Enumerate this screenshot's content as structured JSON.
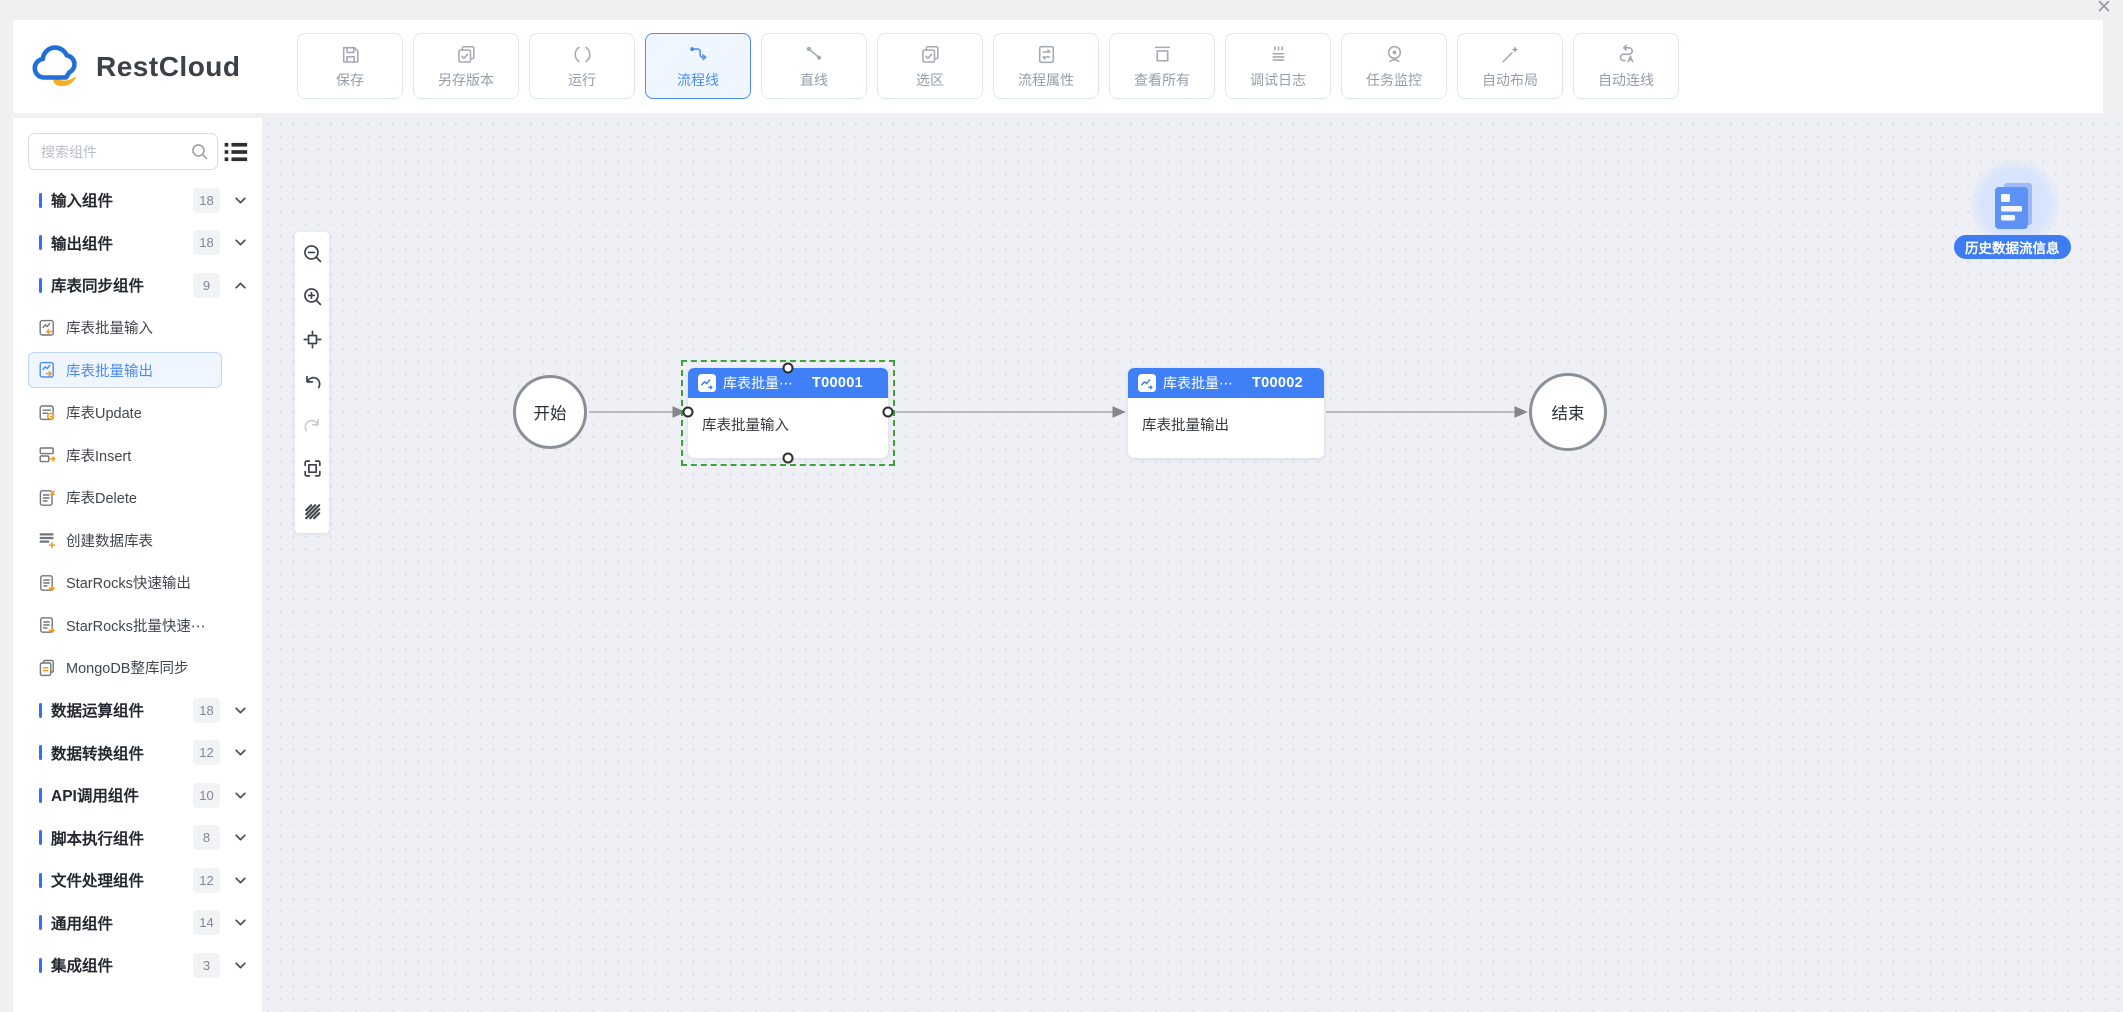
{
  "window": {
    "close_label": "✕"
  },
  "brand": {
    "name": "RestCloud"
  },
  "toolbar": {
    "buttons": [
      {
        "name": "save",
        "label": "保存",
        "icon": "save-icon",
        "active": false
      },
      {
        "name": "save-version",
        "label": "另存版本",
        "icon": "save-version-icon",
        "active": false
      },
      {
        "name": "run",
        "label": "运行",
        "icon": "run-icon",
        "active": false
      },
      {
        "name": "flow-line",
        "label": "流程线",
        "icon": "flow-line-icon",
        "active": true
      },
      {
        "name": "straight-line",
        "label": "直线",
        "icon": "straight-line-icon",
        "active": false
      },
      {
        "name": "region-select",
        "label": "选区",
        "icon": "region-select-icon",
        "active": false
      },
      {
        "name": "flow-props",
        "label": "流程属性",
        "icon": "flow-props-icon",
        "active": false
      },
      {
        "name": "view-all",
        "label": "查看所有",
        "icon": "view-all-icon",
        "active": false
      },
      {
        "name": "debug-log",
        "label": "调试日志",
        "icon": "debug-log-icon",
        "active": false
      },
      {
        "name": "task-monitor",
        "label": "任务监控",
        "icon": "task-monitor-icon",
        "active": false
      },
      {
        "name": "auto-layout",
        "label": "自动布局",
        "icon": "auto-layout-icon",
        "active": false
      },
      {
        "name": "auto-connect",
        "label": "自动连线",
        "icon": "auto-connect-icon",
        "active": false
      }
    ]
  },
  "sidebar": {
    "search_placeholder": "搜索组件",
    "categories": [
      {
        "name": "input-components",
        "label": "输入组件",
        "count": 18,
        "expanded": false
      },
      {
        "name": "output-components",
        "label": "输出组件",
        "count": 18,
        "expanded": false
      },
      {
        "name": "table-sync-components",
        "label": "库表同步组件",
        "count": 9,
        "expanded": true,
        "items": [
          {
            "name": "table-batch-input",
            "label": "库表批量输入",
            "icon": "table-batch-input-icon",
            "selected": false
          },
          {
            "name": "table-batch-output",
            "label": "库表批量输出",
            "icon": "table-batch-output-icon",
            "selected": true
          },
          {
            "name": "table-update",
            "label": "库表Update",
            "icon": "table-update-icon",
            "selected": false
          },
          {
            "name": "table-insert",
            "label": "库表Insert",
            "icon": "table-insert-icon",
            "selected": false
          },
          {
            "name": "table-delete",
            "label": "库表Delete",
            "icon": "table-delete-icon",
            "selected": false
          },
          {
            "name": "create-db-table",
            "label": "创建数据库表",
            "icon": "create-table-icon",
            "selected": false
          },
          {
            "name": "starrocks-fast-output",
            "label": "StarRocks快速输出",
            "icon": "starrocks-output-icon",
            "selected": false
          },
          {
            "name": "starrocks-batch-fast",
            "label": "StarRocks批量快速⋯",
            "icon": "starrocks-output-icon",
            "selected": false
          },
          {
            "name": "mongodb-db-sync",
            "label": "MongoDB整库同步",
            "icon": "mongodb-sync-icon",
            "selected": false
          }
        ]
      },
      {
        "name": "data-compute-components",
        "label": "数据运算组件",
        "count": 18,
        "expanded": false
      },
      {
        "name": "data-transform-components",
        "label": "数据转换组件",
        "count": 12,
        "expanded": false
      },
      {
        "name": "api-call-components",
        "label": "API调用组件",
        "count": 10,
        "expanded": false
      },
      {
        "name": "script-exec-components",
        "label": "脚本执行组件",
        "count": 8,
        "expanded": false
      },
      {
        "name": "file-process-components",
        "label": "文件处理组件",
        "count": 12,
        "expanded": false
      },
      {
        "name": "common-components",
        "label": "通用组件",
        "count": 14,
        "expanded": false
      },
      {
        "name": "integration-components",
        "label": "集成组件",
        "count": 3,
        "expanded": false
      }
    ]
  },
  "canvas": {
    "palette": [
      {
        "name": "zoom-out",
        "icon": "zoom-out-icon",
        "disabled": false
      },
      {
        "name": "zoom-in",
        "icon": "zoom-in-icon",
        "disabled": false
      },
      {
        "name": "focus-region",
        "icon": "focus-region-icon",
        "disabled": false
      },
      {
        "name": "undo",
        "icon": "undo-icon",
        "disabled": false
      },
      {
        "name": "redo",
        "icon": "redo-icon",
        "disabled": true
      },
      {
        "name": "fit-screen",
        "icon": "fit-screen-icon",
        "disabled": false
      },
      {
        "name": "hatch",
        "icon": "hatch-icon",
        "disabled": false
      }
    ],
    "start_label": "开始",
    "end_label": "结束",
    "node1": {
      "title": "库表批量⋯",
      "task_id": "T00001",
      "body": "库表批量输入",
      "selected": true
    },
    "node2": {
      "title": "库表批量⋯",
      "task_id": "T00002",
      "body": "库表批量输出",
      "selected": false
    },
    "edges": [
      {
        "from": "start",
        "to": "T00001"
      },
      {
        "from": "T00001",
        "to": "T00002"
      },
      {
        "from": "T00002",
        "to": "end"
      }
    ],
    "history": {
      "label": "历史数据流信息"
    }
  },
  "colors": {
    "accent_blue": "#3f80f6",
    "selected_button_bg": "#f0f6ff",
    "selection_green": "#3ca23c",
    "canvas_bg": "#eef0f5",
    "orange_accent": "#f59a23"
  }
}
